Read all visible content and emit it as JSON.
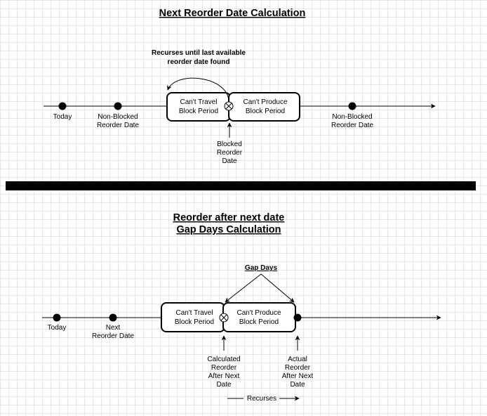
{
  "diagram_top": {
    "title": "Next Reorder Date Calculation",
    "recurse_note_line1": "Recurses until last available",
    "recurse_note_line2": "reorder date found",
    "today_label": "Today",
    "nonblocked1_line1": "Non-Blocked",
    "nonblocked1_line2": "Reorder Date",
    "travel_box_line1": "Can't Travel",
    "travel_box_line2": "Block Period",
    "produce_box_line1": "Can't Produce",
    "produce_box_line2": "Block Period",
    "blocked_line1": "Blocked",
    "blocked_line2": "Reorder",
    "blocked_line3": "Date",
    "nonblocked2_line1": "Non-Blocked",
    "nonblocked2_line2": "Reorder Date"
  },
  "diagram_bottom": {
    "title_line1": "Reorder after next date",
    "title_line2": "Gap Days Calculation",
    "gap_days_label": "Gap Days",
    "today_label": "Today",
    "next_line1": "Next",
    "next_line2": "Reorder Date",
    "travel_box_line1": "Can't Travel",
    "travel_box_line2": "Block Period",
    "produce_box_line1": "Can't Produce",
    "produce_box_line2": "Block Period",
    "calc_line1": "Calculated",
    "calc_line2": "Reorder",
    "calc_line3": "After Next",
    "calc_line4": "Date",
    "actual_line1": "Actual",
    "actual_line2": "Reorder",
    "actual_line3": "After Next",
    "actual_line4": "Date",
    "recurses_label": "Recurses"
  }
}
